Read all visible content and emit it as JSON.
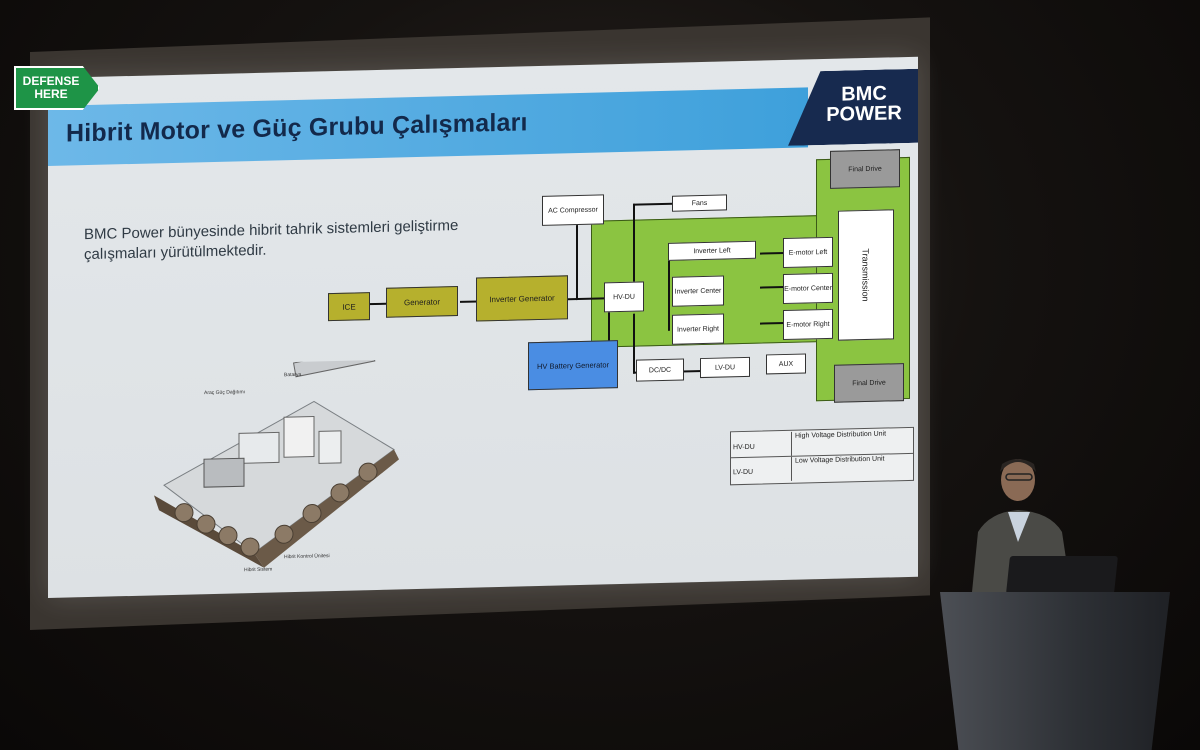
{
  "overlay_logo": {
    "line1": "DEFENSE",
    "line2": "HERE"
  },
  "slide": {
    "title": "Hibrit Motor ve Güç Grubu Çalışmaları",
    "brand": {
      "line1": "BMC",
      "line2": "POWER"
    },
    "description": "BMC Power bünyesinde hibrit tahrik sistemleri geliştirme çalışmaları yürütülmektedir."
  },
  "diagram": {
    "ice": "ICE",
    "generator": "Generator",
    "inverter_generator": "Inverter Generator",
    "ac_compressor": "AC Compressor",
    "fans": "Fans",
    "hv_du": "HV-DU",
    "hv_battery": "HV Battery Generator",
    "inverter_left": "Inverter Left",
    "inverter_center": "Inverter Center",
    "inverter_right": "Inverter Right",
    "emotor_left": "E-motor Left",
    "emotor_center": "E-motor Center",
    "emotor_right": "E-motor Right",
    "transmission": "Transmission",
    "final_drive_top": "Final Drive",
    "final_drive_bottom": "Final Drive",
    "dcdc": "DC/DC",
    "lv_du": "LV-DU",
    "aux": "AUX"
  },
  "legend": [
    {
      "key": "HV-DU",
      "value": "High Voltage Distribution Unit"
    },
    {
      "key": "LV-DU",
      "value": "Low Voltage Distribution Unit"
    }
  ],
  "vehicle_labels": {
    "batarya": "Batarya",
    "arac_guc_dagitim": "Araç Güç Dağıtımı",
    "hibrit_kontrol": "Hibrit Kontrol Ünitesi",
    "hibrit_sistem": "Hibrit Sistem"
  },
  "colors": {
    "title_bar": "#3ea0db",
    "brand_bg": "#172a4f",
    "green": "#8bc441",
    "olive": "#b6b02d",
    "battery_blue": "#4a8de3",
    "logo_green": "#1e9447"
  }
}
